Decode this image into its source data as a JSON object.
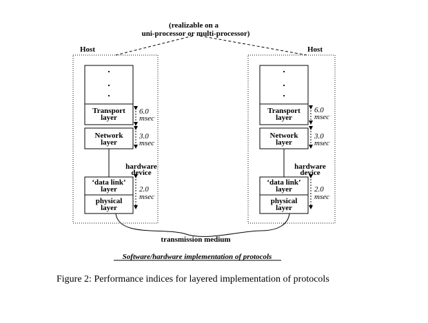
{
  "diagram": {
    "top_note_line1": "(realizable on a",
    "top_note_line2": "uni-processor  or  multi-processor)",
    "host_left": {
      "label": "Host",
      "transport": [
        "Transport",
        "layer"
      ],
      "network": [
        "Network",
        "layer"
      ],
      "data_link": [
        "‘data link’",
        "layer"
      ],
      "physical": [
        "physical",
        "layer"
      ],
      "hw_device": [
        "hardware",
        "device"
      ],
      "t1": [
        "6.0",
        "msec"
      ],
      "t2": [
        "3.0",
        "msec"
      ],
      "t3": [
        "2.0",
        "msec"
      ]
    },
    "host_right": {
      "label": "Host",
      "transport": [
        "Transport",
        "layer"
      ],
      "network": [
        "Network",
        "layer"
      ],
      "data_link": [
        "‘data link’",
        "layer"
      ],
      "physical": [
        "physical",
        "layer"
      ],
      "hw_device": [
        "hardware",
        "device"
      ],
      "t1": [
        "6.0",
        "msec"
      ],
      "t2": [
        "3.0",
        "msec"
      ],
      "t3": [
        "2.0",
        "msec"
      ]
    },
    "medium_label": "transmission medium",
    "subtitle": "Software/hardware implementation of protocols"
  },
  "caption": "Figure 2: Performance indices for layered implementation of protocols"
}
